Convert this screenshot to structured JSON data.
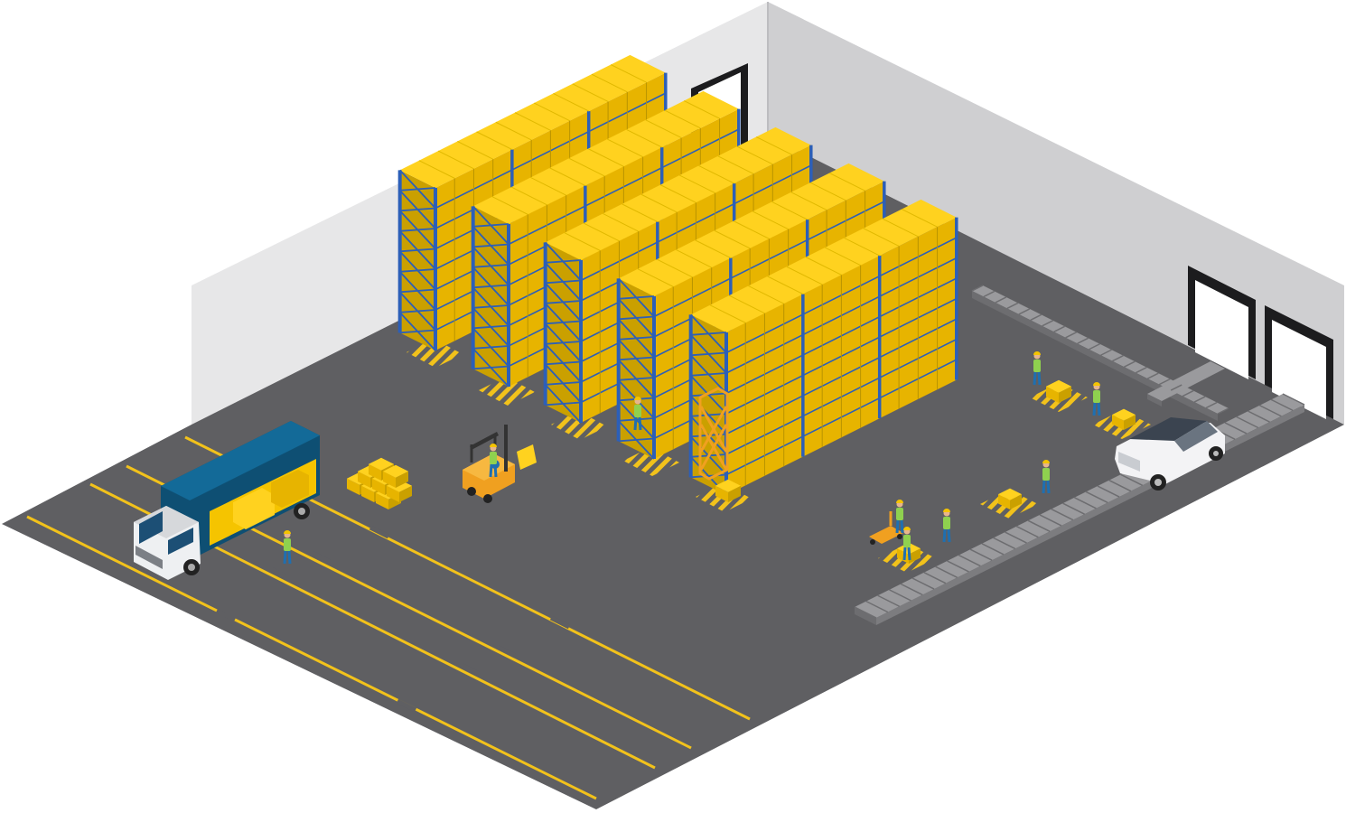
{
  "scene": {
    "kind": "isometric warehouse illustration",
    "colors": {
      "floor": "#5f5f62",
      "floor_stripe": "#f2c21b",
      "wall_left": "#e7e7e8",
      "wall_right": "#cfcfd1",
      "door": "#1c1c1e",
      "rack_frame": "#2c5fb8",
      "box_top": "#ffd21f",
      "box_left": "#e7b400",
      "box_right": "#caa000",
      "truck_body": "#0e4f73",
      "truck_cab": "#eef0f2",
      "forklift": "#f0a020",
      "conveyor": "#8b8b8e",
      "van": "#f3f3f5",
      "worker_vest": "#8fd14f",
      "worker_helmet": "#f5c400",
      "worker_pants": "#1f6fb0"
    },
    "counts": {
      "rack_rows": 5,
      "workers": 9,
      "loading_doors": 3
    },
    "icons": [
      "truck-icon",
      "forklift-icon",
      "van-icon",
      "worker-icon",
      "conveyor-icon",
      "pallet-icon",
      "hand-truck-icon",
      "scissor-lift-icon"
    ]
  }
}
